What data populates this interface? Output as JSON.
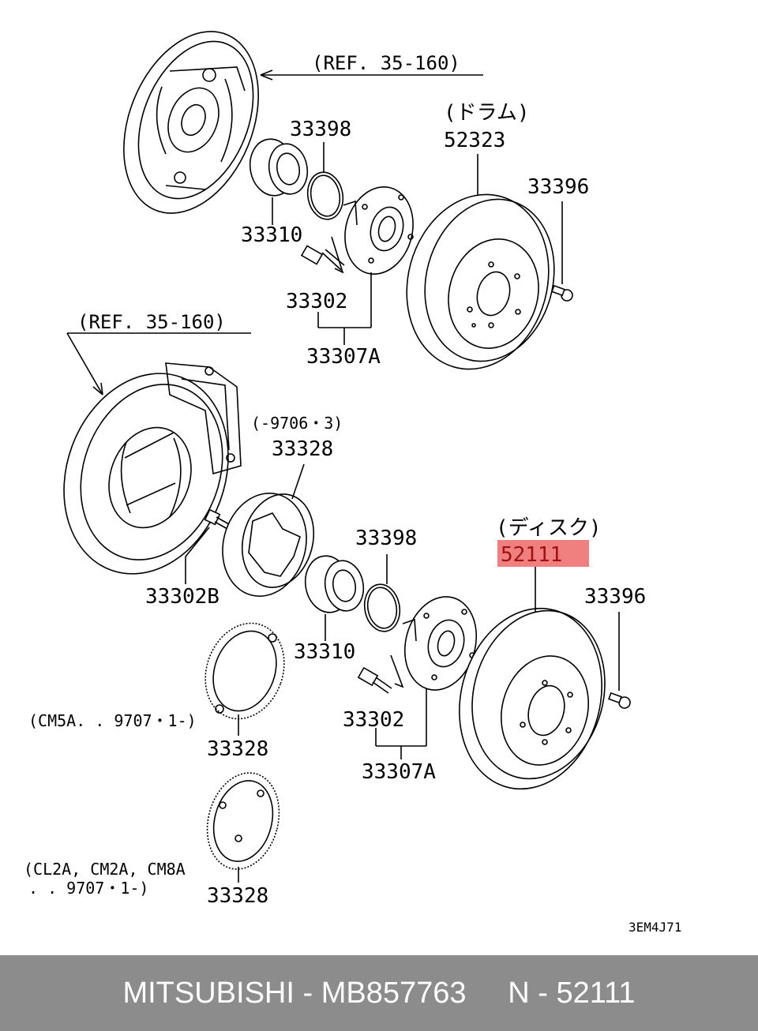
{
  "diagram": {
    "ref_top": "(REF. 35-160)",
    "ref_mid": "(REF. 35-160)",
    "drum_note": "(ドラム)",
    "drum_part": "52323",
    "disc_note": "(ディスク)",
    "disc_part": "52111",
    "snap_ring_top": "33398",
    "bearing_top": "33310",
    "screw_top": "33396",
    "bolt_top": "33302",
    "hub_top": "33307A",
    "rotor_note": "(-9706・3)",
    "rotor_top": "33328",
    "bolt_b": "33302B",
    "snap_ring_bottom": "33398",
    "screw_bottom": "33396",
    "bearing_bottom": "33310",
    "bolt_bottom": "33302",
    "hub_bottom": "33307A",
    "cm5a_note": "(CM5A. . 9707・1-)",
    "rotor_mid": "33328",
    "cl2a_note_1": "(CL2A, CM2A, CM8A",
    "cl2a_note_2": ". . 9707・1-)",
    "rotor_bottom": "33328",
    "figure_code": "3EM4J71",
    "highlight_color": "#f08080"
  },
  "footer": {
    "text": "MITSUBISHI - MB857763     N - 52111"
  }
}
